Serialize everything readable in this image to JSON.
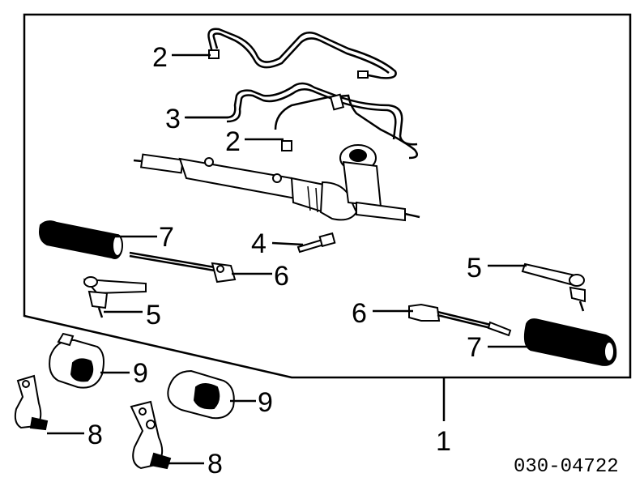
{
  "diagram": {
    "callouts": {
      "pressure_line_upper": "2",
      "pressure_line_lower": "2",
      "return_line": "3",
      "valve_fitting": "4",
      "tie_rod_end_left": "5",
      "tie_rod_end_right": "5",
      "inner_tie_rod_left": "6",
      "inner_tie_rod_right": "6",
      "boot_left": "7",
      "boot_right": "7",
      "bracket_left": "8",
      "bracket_right": "8",
      "bushing_left": "9",
      "bushing_right": "9",
      "gear_assembly": "1"
    },
    "reference_code": "030-04722"
  }
}
